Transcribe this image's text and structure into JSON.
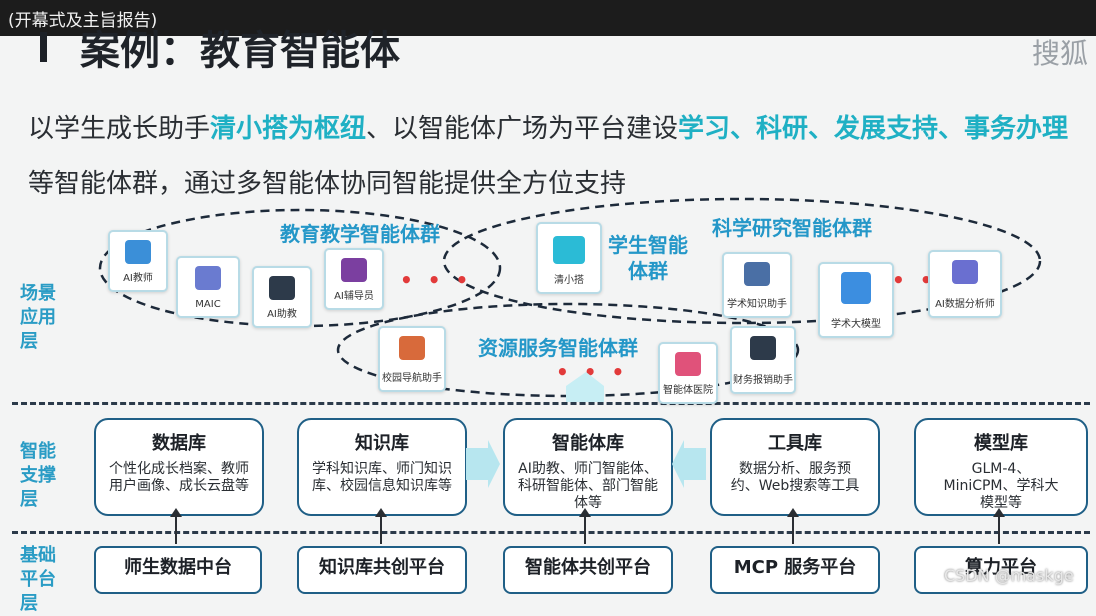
{
  "header_bar": "(开幕式及主旨报告)",
  "title": "案例：教育智能体",
  "watermark": "搜狐",
  "intro": {
    "p1": "以学生成长助手",
    "h1": "清小搭为枢纽",
    "p2": "、以智能体广场为平台建设",
    "h2": "学习、科研、发展支持、事务办理",
    "p3": "等智能体群，通过多智能体协同智能提供全方位支持"
  },
  "layers": {
    "scene": "场景应用层",
    "support": "智能支撑层",
    "base": "基础平台层"
  },
  "groups": {
    "teaching": "教育教学智能体群",
    "student": "学生智能体群",
    "research": "科学研究智能体群",
    "resource": "资源服务智能体群"
  },
  "cards": [
    {
      "label": "AI教师",
      "color": "#3b8fd8"
    },
    {
      "label": "MAIC",
      "color": "#6a7bd0"
    },
    {
      "label": "AI助教",
      "color": "#2d3a4a"
    },
    {
      "label": "AI辅导员",
      "color": "#7b3fa0"
    },
    {
      "label": "清小搭",
      "color": "#2bbbd6"
    },
    {
      "label": "学术知识助手",
      "color": "#4a6fa5"
    },
    {
      "label": "学术大模型",
      "color": "#3c8ee0"
    },
    {
      "label": "AI数据分析师",
      "color": "#6a6fd0"
    },
    {
      "label": "校园导航助手",
      "color": "#d86a3b"
    },
    {
      "label": "智能体医院",
      "color": "#e0527a"
    },
    {
      "label": "财务报销助手",
      "color": "#2d3a4a"
    }
  ],
  "dots": "• • •",
  "support_boxes": [
    {
      "title": "数据库",
      "body": "个性化成长档案、教师用户画像、成长云盘等"
    },
    {
      "title": "知识库",
      "body": "学科知识库、师门知识库、校园信息知识库等"
    },
    {
      "title": "智能体库",
      "body": "AI助教、师门智能体、科研智能体、部门智能体等"
    },
    {
      "title": "工具库",
      "body": "数据分析、服务预约、Web搜索等工具"
    },
    {
      "title": "模型库",
      "body": "GLM-4、MiniCPM、学科大模型等"
    }
  ],
  "platforms": [
    "师生数据中台",
    "知识库共创平台",
    "智能体共创平台",
    "MCP 服务平台",
    "算力平台"
  ],
  "credit": "CSDN @maskge",
  "colors": {
    "highlight": "#1fb0c4",
    "layer_label": "#2a9cc5",
    "group_label": "#2497c8",
    "box_border": "#1f5f86"
  }
}
